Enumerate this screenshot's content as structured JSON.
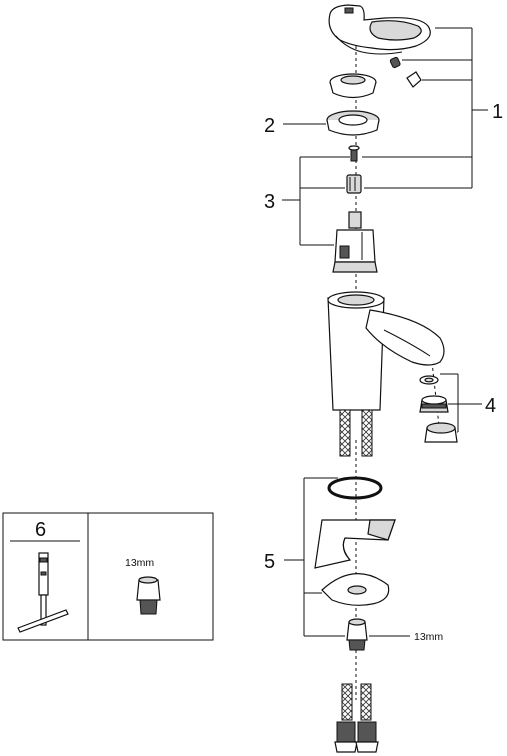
{
  "callouts": {
    "c1": "1",
    "c2": "2",
    "c3": "3",
    "c4": "4",
    "c5": "5",
    "c6": "6"
  },
  "sizes": {
    "nut_main": "13mm",
    "nut_tool": "13mm"
  },
  "colors": {
    "ink": "#111111",
    "shade": "#d9d9d9",
    "paper": "#ffffff"
  }
}
